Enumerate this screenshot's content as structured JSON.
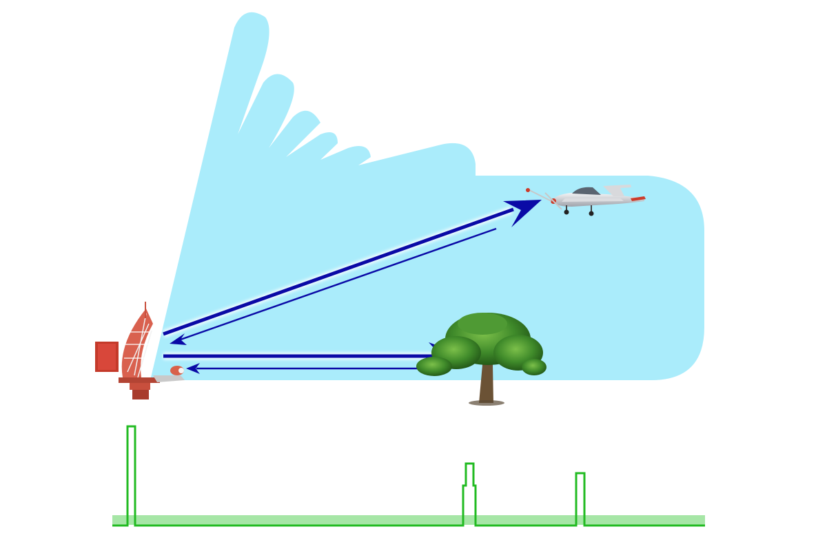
{
  "colors": {
    "background": "#ffffff",
    "beam": "#aaecfb",
    "arrow": "#0a0aa6",
    "arrow_glow": "#ffffff",
    "scope_trace": "#22bb22",
    "scope_baseline": "#a6e6a6",
    "tree_foliage": "#3f8a2a",
    "tree_trunk": "#6b5235",
    "radar_body": "#c84f3d",
    "aircraft_body": "#e8e8ea"
  },
  "icons": {
    "radar": "radar-antenna-icon",
    "aircraft": "propeller-aircraft-icon",
    "obstacle": "tree-icon"
  },
  "echo_pulses": [
    {
      "label": "transmit-pulse",
      "level": 1.0
    },
    {
      "label": "tree-echo",
      "level": 0.62
    },
    {
      "label": "aircraft-echo",
      "level": 0.53
    }
  ]
}
